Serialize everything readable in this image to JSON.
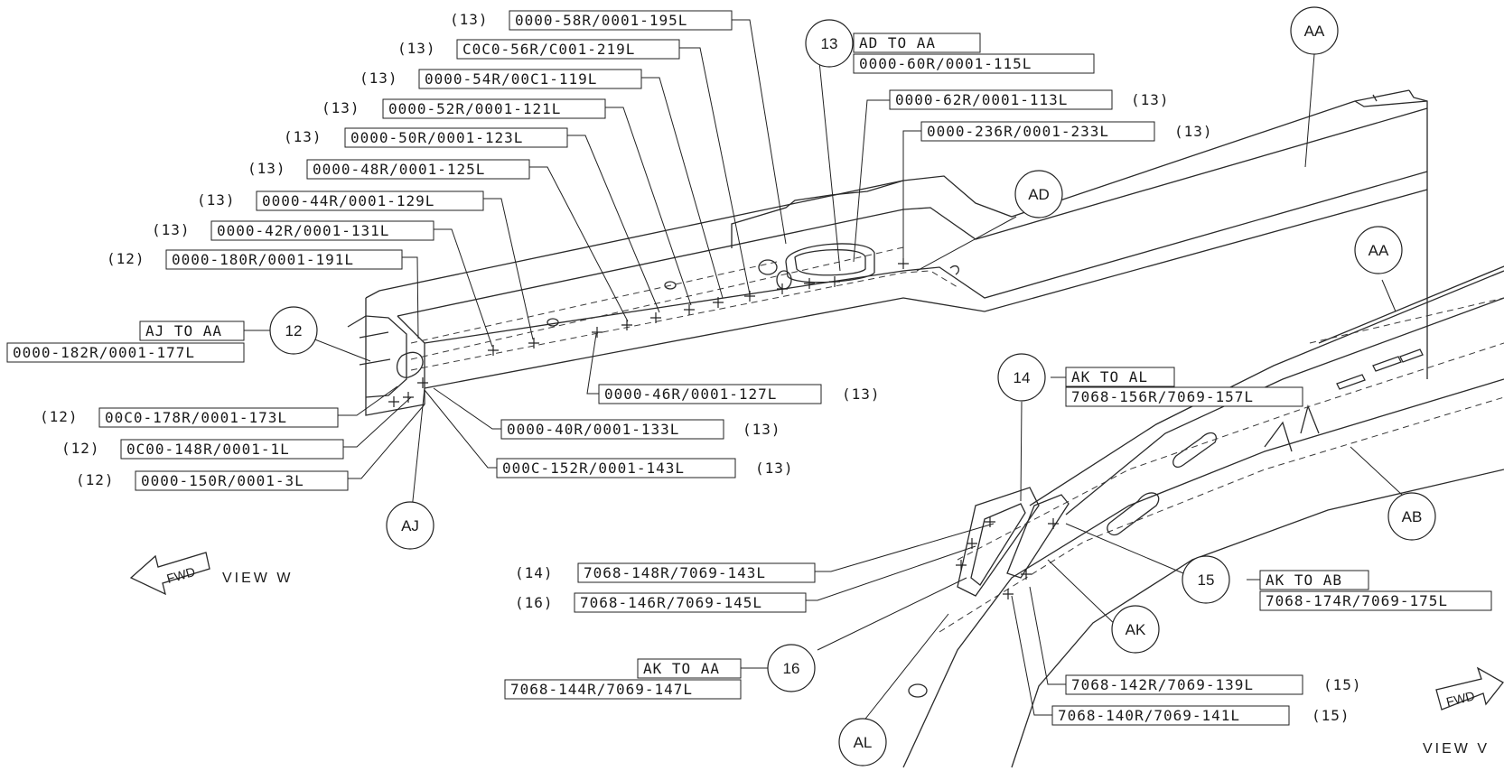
{
  "bubbles": {
    "aa_top": "AA",
    "ad": "AD",
    "aa_right": "AA",
    "ab": "AB",
    "aj": "AJ",
    "ak": "AK",
    "al": "AL",
    "n12": "12",
    "n13": "13",
    "n14": "14",
    "n15": "15",
    "n16": "16"
  },
  "view_w": {
    "fwd": "FWD",
    "label": "VIEW W",
    "callouts": [
      {
        "qty": "(13)",
        "code": "0000-58R/0001-195L"
      },
      {
        "qty": "(13)",
        "code": "C0C0-56R/C001-219L"
      },
      {
        "qty": "(13)",
        "code": "0000-54R/00C1-119L"
      },
      {
        "qty": "(13)",
        "code": "0000-52R/0001-121L"
      },
      {
        "qty": "(13)",
        "code": "0000-50R/0001-123L"
      },
      {
        "qty": "(13)",
        "code": "0000-48R/0001-125L"
      },
      {
        "qty": "(13)",
        "code": "0000-44R/0001-129L"
      },
      {
        "qty": "(13)",
        "code": "0000-42R/0001-131L"
      },
      {
        "qty": "(12)",
        "code": "0000-180R/0001-191L"
      },
      {
        "qty": "(12)",
        "code": "00C0-178R/0001-173L"
      },
      {
        "qty": "(12)",
        "code": "0C00-148R/0001-1L"
      },
      {
        "qty": "(12)",
        "code": "0000-150R/0001-3L"
      },
      {
        "qty": "(13)",
        "code": "0000-62R/0001-113L"
      },
      {
        "qty": "(13)",
        "code": "0000-236R/0001-233L"
      },
      {
        "qty": "(13)",
        "code": "0000-46R/0001-127L"
      },
      {
        "qty": "(13)",
        "code": "0000-40R/0001-133L"
      },
      {
        "qty": "(13)",
        "code": "000C-152R/0001-143L"
      }
    ],
    "groups": [
      {
        "label": "AD TO AA",
        "code": "0000-60R/0001-115L"
      },
      {
        "label": "AJ TO AA",
        "code": "0000-182R/0001-177L"
      }
    ]
  },
  "view_v": {
    "fwd": "FWD",
    "label": "VIEW V",
    "callouts": [
      {
        "qty": "(14)",
        "code": "7068-148R/7069-143L"
      },
      {
        "qty": "(16)",
        "code": "7068-146R/7069-145L"
      },
      {
        "qty": "(15)",
        "code": "7068-142R/7069-139L"
      },
      {
        "qty": "(15)",
        "code": "7068-140R/7069-141L"
      }
    ],
    "groups": [
      {
        "label": "AK TO AL",
        "code": "7068-156R/7069-157L"
      },
      {
        "label": "AK TO AB",
        "code": "7068-174R/7069-175L"
      },
      {
        "label": "AK TO AA",
        "code": "7068-144R/7069-147L"
      }
    ]
  }
}
